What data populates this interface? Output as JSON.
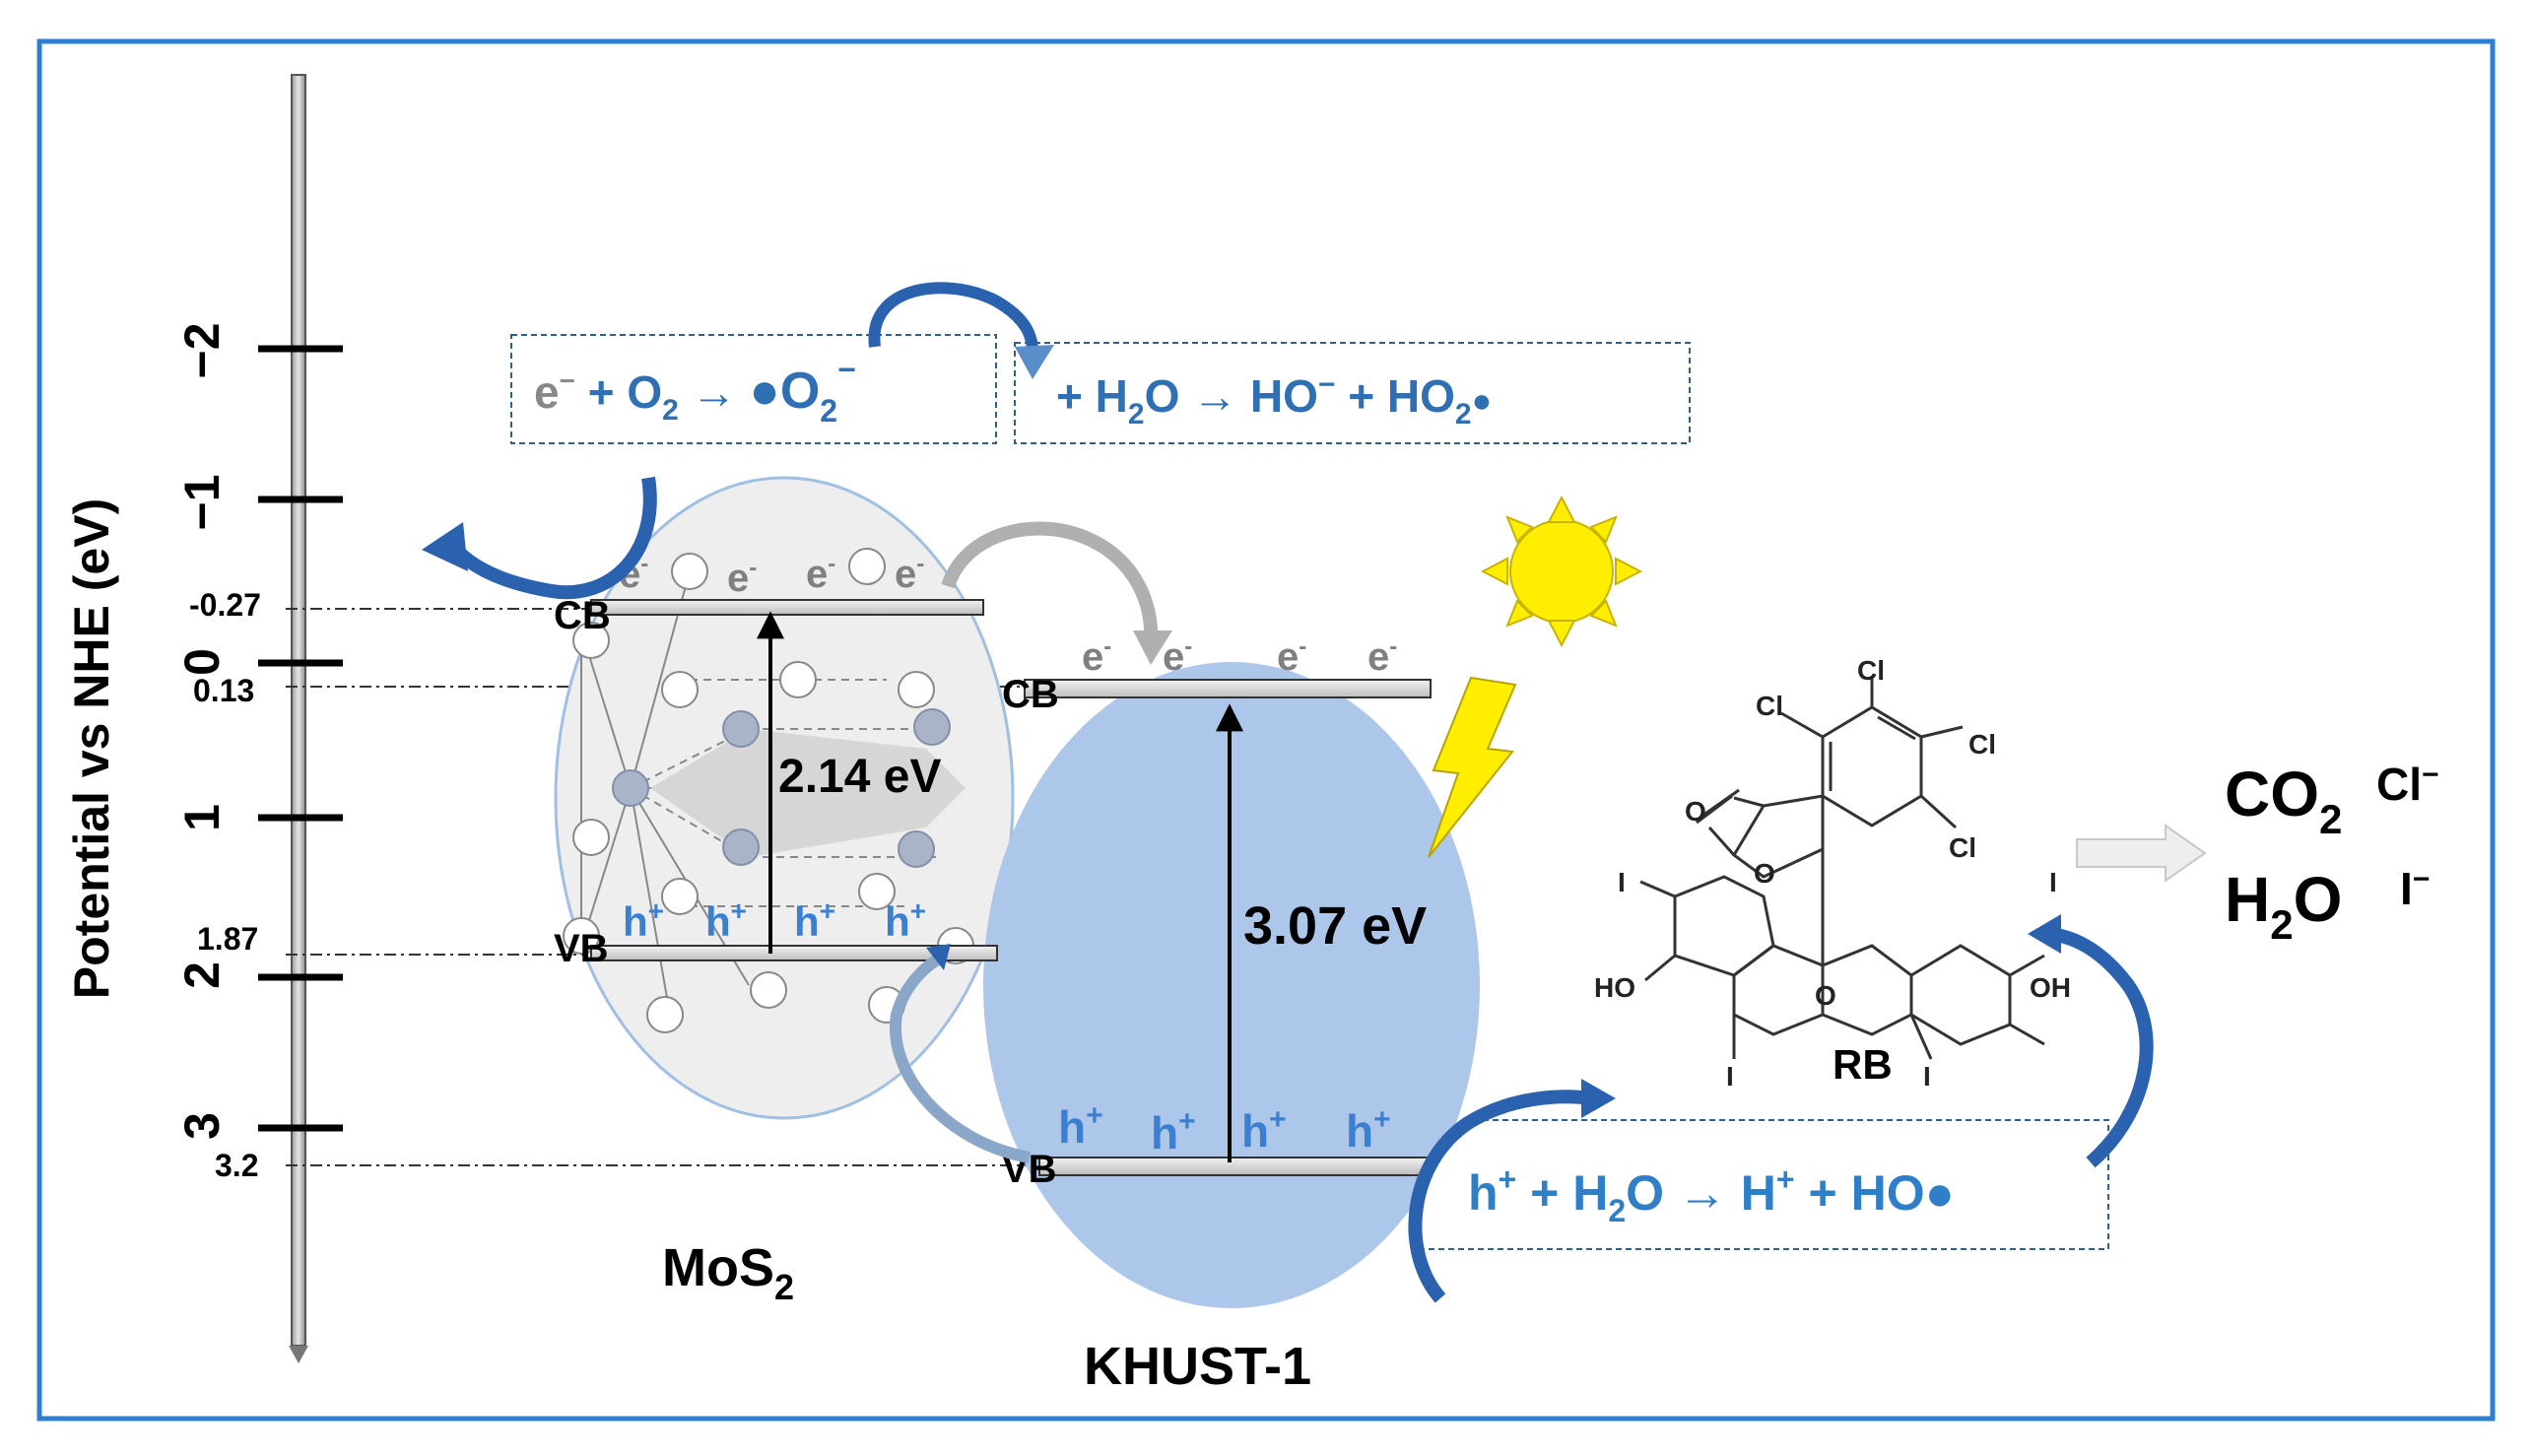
{
  "axis": {
    "title": "Potential vs NHE (eV)",
    "ticks": [
      "−2",
      "−1",
      "0",
      "1",
      "2",
      "3"
    ],
    "level_labels": [
      "-0.27",
      "0.13",
      "1.87",
      "3.2"
    ]
  },
  "mos2": {
    "name_main": "MoS",
    "name_sub": "2",
    "cb_label": "CB",
    "vb_label": "VB",
    "band_gap": "2.14 eV",
    "electron": "e",
    "electron_sup": "-",
    "hole": "h",
    "hole_sup": "+"
  },
  "khust": {
    "name": "KHUST-1",
    "cb_label": "CB",
    "vb_label": "VB",
    "band_gap": "3.07 eV",
    "electron": "e",
    "electron_sup": "-",
    "hole": "h",
    "hole_sup": "+"
  },
  "reactions": {
    "r1": {
      "e": "e",
      "e_sup": "−",
      "plus_o": " + O",
      "o_sub": "2",
      "arrow": " → ",
      "rad": "●O",
      "rad_sub": "2",
      "rad_sup": "−"
    },
    "r2": {
      "lead": "+ H",
      "h_sub": "2",
      "mid": "O → HO",
      "mid_sup": "−",
      "tail": "  +  HO",
      "tail_sub": "2",
      "dot": "●"
    },
    "r3": {
      "h": "h",
      "h_sup": "+",
      "plus_h2": " + H",
      "h2_sub": "2",
      "o_arrow": "O → H",
      "hplus_sup": "+",
      "tail": "  +  HO●"
    }
  },
  "rb": {
    "label": "RB",
    "atoms": {
      "cl": "Cl",
      "i": "I",
      "o": "O",
      "ho": "HO",
      "oh": "OH"
    }
  },
  "products": {
    "co": "CO",
    "co_sub": "2",
    "h2o_h": "H",
    "h2o_sub": "2",
    "h2o_o": "O",
    "cl": "Cl",
    "cl_sup": "−",
    "i": "I",
    "i_sup": "−"
  },
  "colors": {
    "frame": "#2f7fd0",
    "reaction_text": "#2f6fb3",
    "hole_text": "#3a7fd0",
    "curved_arrow": "#2a62b0",
    "khust_ellipse": "#adc7ea",
    "mos2_ellipse": "#eeeeee",
    "sun": "#ffee00",
    "electron_grey": "#808080"
  }
}
